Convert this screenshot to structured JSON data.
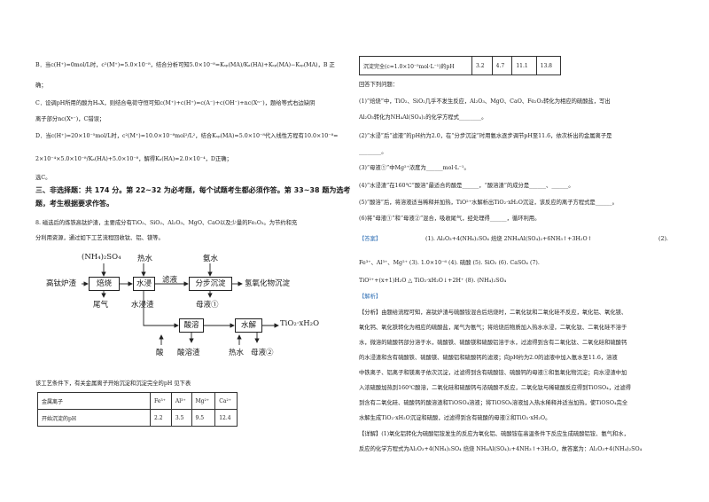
{
  "left": {
    "lineB1": "B．当c(H⁺)=0mol/L时，c²(M⁺)=5.0×10⁻⁸，结合分析可知5.0×10⁻⁸=Kₛₚ(MA)/Kₐ(HA)+Kₛₚ(MA)−Kₛₚ(MA)，B 正",
    "lineB2": "确；",
    "lineC1": "C．设调pH所用的酸为HₙX，则结合电荷守恒可知c(M⁺)+c(H⁺)=c(A⁻)+c(OH⁻)+nc(Xⁿ⁻)，题给等式右边缺阴",
    "lineC2": "离子部分nc(Xⁿ⁻)，C错误；",
    "lineD1": "D．当c(H⁺)=20×10⁻⁵mol/L时，c²(M⁺)=10.0×10⁻⁸mol²/L²，结合Kₛₚ(MA)=5.0×10⁻⁸代入线性方程有10.0×10⁻⁸=",
    "lineD2": "2×10⁻⁴×5.0×10⁻⁸/Kₐ(HA)+5.0×10⁻⁸，解得Kₐ(HA)=2.0×10⁻⁴，D正确；",
    "lineD3": "选C。",
    "section1": "三、非选择题：共 174 分。第 22~32 为必考题，每个试题考生都必须作答。第 33~38 题为选考",
    "section2": "题，考生根据要求作答。",
    "q8_1": "8. 磁选后的炼铁高钛炉渣，主要成分有TiO₂、SiO₂、Al₂O₃、MgO、CaO以及少量的Fe₂O₃。为节约和充",
    "q8_2": "分利用资源，通过如下工艺流程回收钛、铝、镁等。",
    "tableCaption": "该工艺条件下，有关金属离子开始沉淀和沉淀完全的pH 见下表"
  },
  "flow": {
    "reagent1": "(NH₄)₂SO₄",
    "reagent2": "热水",
    "reagent3": "氨水",
    "start": "高钛炉渣",
    "box1": "焙烧",
    "box2": "水浸",
    "label_filtrate": "滤液",
    "box3": "分步沉淀",
    "product1": "氢氧化物沉淀",
    "tail_gas": "尾气",
    "residue": "水浸渣",
    "mother1": "母液①",
    "box4": "酸溶",
    "box5": "水解",
    "product2": "TiO₂·xH₂O",
    "in_acid": "酸",
    "acid_residue": "酸溶渣",
    "in_hot_water": "热水",
    "mother2": "母液②"
  },
  "table1": {
    "headers": [
      "金属离子",
      "Fe³⁺",
      "Al³⁺",
      "Mg²⁺",
      "Ca²⁺"
    ],
    "rowLabel": "开始沉淀的pH",
    "row": [
      "2.2",
      "3.5",
      "9.5",
      "12.4"
    ]
  },
  "table2": {
    "rowLabel": "沉淀完全(c=1.0×10⁻⁵mol·L⁻¹)的pH",
    "row": [
      "3.2",
      "4.7",
      "11.1",
      "13.8"
    ]
  },
  "right": {
    "intro": "回答下列问题：",
    "q1a": "(1)“焙烧”中，TiO₂、SiO₂几乎不发生反应，Al₂O₃、MgO、CaO、Fe₂O₃转化为相应的硫酸盐，写出",
    "q1b": "Al₂O₃转化为NH₄Al(SO₄)₂的化学方程式________。",
    "q2a": "(2)“水浸”后“滤液”的pH约为2.0，在“分步沉淀”时用氨水逐步调节pH至11.6，依次析出的金属离子是",
    "q2b": "________。",
    "q3": "(3)“母液①”中Mg²⁺浓度为______mol·L⁻¹。",
    "q4": "(4)“水浸渣”在160℃“酸溶”最适合的酸是______，“酸溶渣”的成分是______、______。",
    "q5": "(5)“酸溶”后，将溶液适当稀释并加热，TiO²⁺水解析出TiO₂·xH₂O沉淀，该反应的离子方程式是______。",
    "q6": "(6)将“母液①”和“母液②”混合，吸收尾气，经处理得______，循环利用。",
    "answerTag": "【答案】",
    "ans1": "(1).  Al₂O₃+4(NH₄)₂SO₄ 焙烧 2NH₄Al(SO₄)₂+6NH₃↑+3H₂O↑",
    "ans2": "(2).",
    "ans3": "Fe³⁺、Al³⁺、Mg²⁺    (3).  1.0×10⁻⁶    (4).  硫酸    (5).  SiO₂    (6).  CaSO₄    (7).",
    "ans4": "TiO²⁺+(x+1)H₂O △ TiO₂·xH₂O↓+2H⁺    (8).  (NH₄)₂SO₄",
    "analysisTag": "【解析】",
    "p1": "【分析】由题给流程可知，高钛炉渣与硫酸铵混合后焙烧时，二氧化钛和二氧化硅不反应，氧化铝、氧化镁、",
    "p2": "氧化钙、氧化铁转化为相应的硫酸盐，尾气为氨气；将焙烧后物质加入热水水浸，二氧化钛、二氧化硅不溶于",
    "p3": "水，微溶的硫酸钙部分溶于水，硫酸铁、硫酸镁和硫酸铝溶于水，过滤得到含有二氧化钛、二氧化硅和硫酸钙",
    "p4": "的水浸渣和含有硫酸铁、硫酸镁、硫酸铝和硫酸钙的滤液；向pH约为2.0的滤液中加入氨水至11.6，溶液",
    "p5": "中铁离子、铝离子和镁离子依次沉淀，过滤得到含有硫酸铵、硫酸钙的母液①和氢氧化物沉淀；向水浸渣中加",
    "p6": "入浓硫酸加热到160℃酸溶，二氧化硅和硫酸钙与浓硫酸不反应，二氧化钛与稀硫酸反应得到TiOSO₄，过滤得",
    "p7": "到含有二氧化硅、硫酸钙的酸溶渣和TiOSO₄溶液；将TiOSO₄溶液加入热水稀释并适当加热，使TiOSO₄完全",
    "p8": "水解生成TiO₂·xH₂O沉淀和硫酸，过滤得到含有硫酸的母液②和TiO₂·xH₂O。",
    "p9": "【详解】(1)氧化铝转化为硫酸铝铵发生的反应为氧化铝、硫酸铵在高温条件下反应生成硫酸铝铵、氨气和水，",
    "p10": "反应的化学方程式为Al₂O₃+4(NH₄)₂SO₄ 焙烧 NH₄Al(SO₄)₂+4NH₃↑+3H₂O，故答案为：Al₂O₃+4(NH₄)₂SO₄"
  }
}
